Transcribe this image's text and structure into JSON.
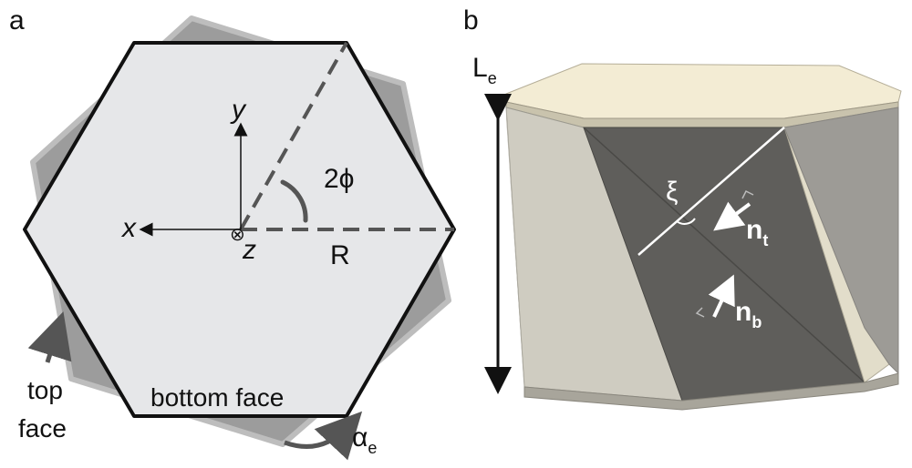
{
  "panel_a": {
    "label": "a",
    "axis_x": "x",
    "axis_y": "y",
    "axis_z": "z",
    "angle_label": "2ϕ",
    "radius_label": "R",
    "bottom_face_label": "bottom face",
    "top_face_label_line1": "top",
    "top_face_label_line2": "face",
    "twist_angle_main": "α",
    "twist_angle_sub": "e",
    "z_marker": "⊗"
  },
  "panel_b": {
    "label": "b",
    "length_main": "L",
    "length_sub": "e",
    "xi_label": "ξ",
    "nt_main": "n",
    "nt_sub": "t",
    "nb_main": "n",
    "nb_sub": "b"
  },
  "colors": {
    "hex_fill": "#e6e7e9",
    "top_face_gray": "#9a9a9a",
    "dark_face": "#5f5e5b",
    "cream": "#f3ecd4"
  }
}
